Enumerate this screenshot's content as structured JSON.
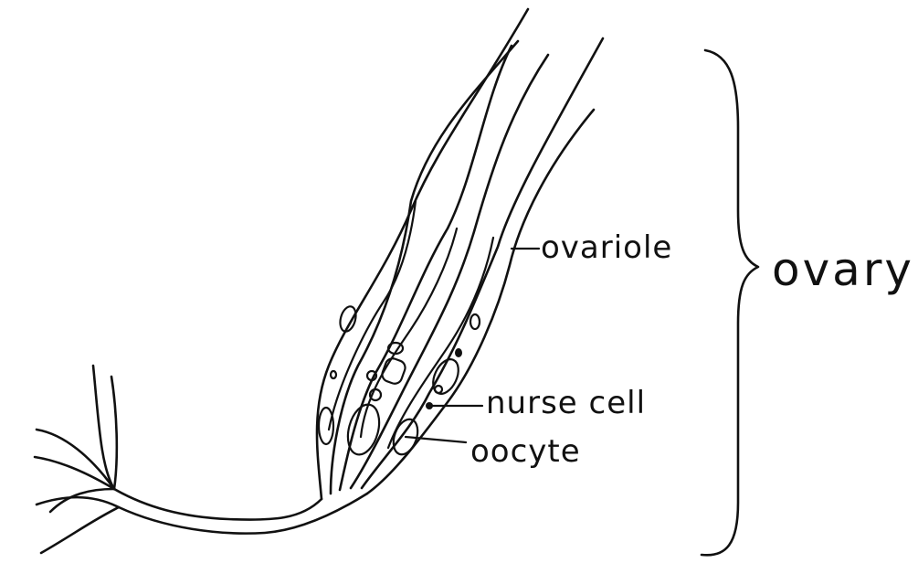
{
  "labels": {
    "ovariole": "ovariole",
    "nurse_cell": "nurse cell",
    "oocyte": "oocyte",
    "ovary": "ovary"
  }
}
